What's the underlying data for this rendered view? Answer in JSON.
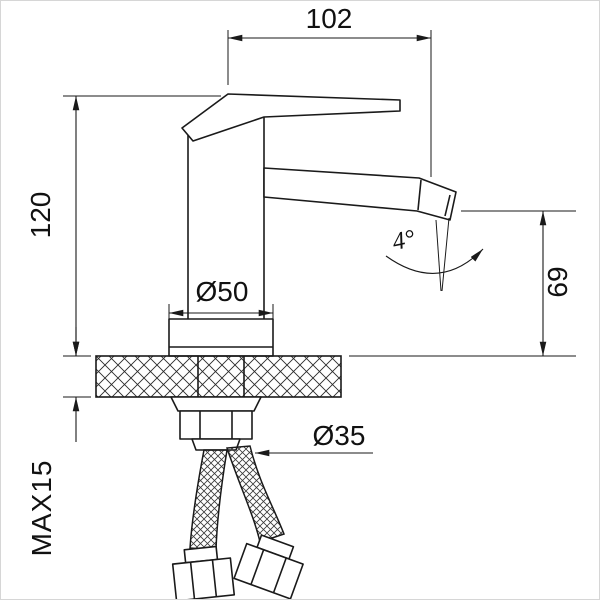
{
  "page": {
    "background": "#ffffff",
    "line_color": "#1a1a1a",
    "border_color": "#d6d6d6"
  },
  "drawing": {
    "kind": "basin-faucet-installation-dimension-drawing",
    "labels": {
      "width_top": "102",
      "height_left": "120",
      "base_diameter": "Ø50",
      "spout_angle": "4°",
      "spout_height": "69",
      "hose_nut_diameter": "Ø35",
      "max_mount_thickness": "MAX15"
    }
  }
}
